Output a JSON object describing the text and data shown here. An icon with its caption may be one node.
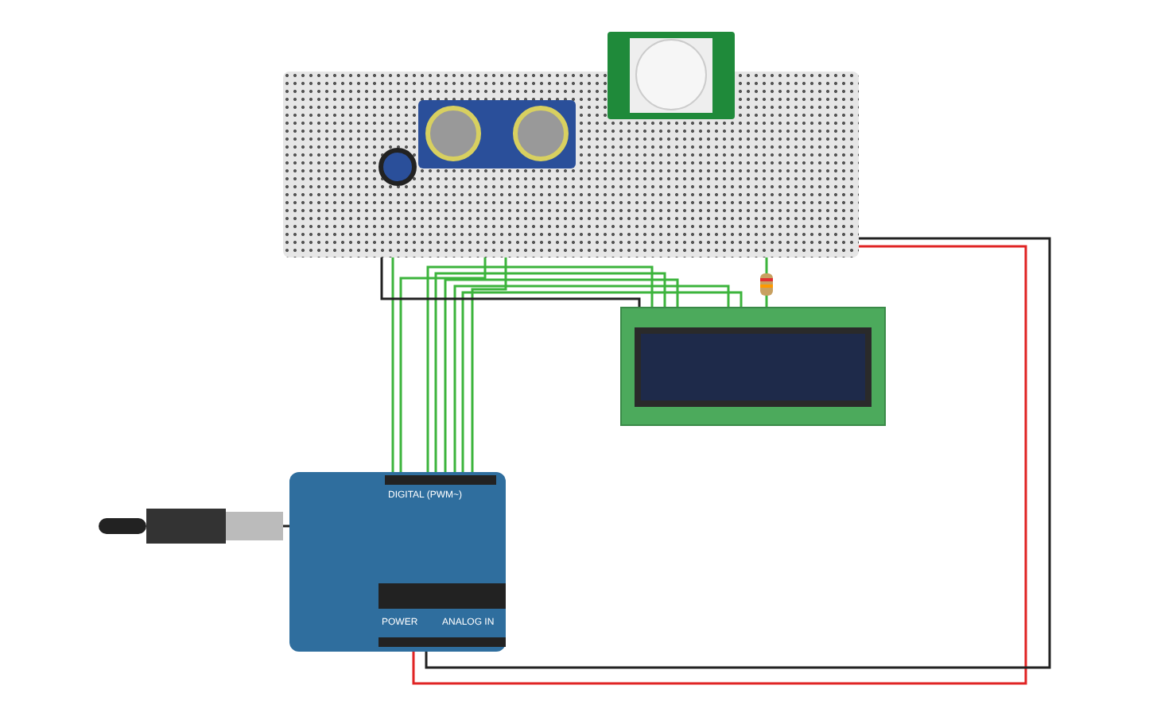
{
  "diagram": {
    "nodes": [
      {
        "text": [],
        "shape": "box"
      },
      {
        "text": [],
        "shape": "circle",
        "in": 0
      },
      {
        "text": [],
        "shape": "box",
        "in": 0
      },
      {
        "text": [],
        "shape": "box"
      },
      {
        "text": [],
        "shape": "box"
      },
      {
        "text": [],
        "shape": "bar"
      },
      {
        "text": [
          "DIGITAL (PWM~)",
          "POWER",
          "ANALOG IN"
        ]
      },
      {
        "text": [],
        "shape": "picture"
      }
    ],
    "edges": [
      {
        "from": 6,
        "to": 0,
        "arrow": "none"
      },
      {
        "from": 6,
        "to": 0,
        "arrow": "none"
      },
      {
        "from": 6,
        "to": 0,
        "arrow": "none"
      },
      {
        "from": 6,
        "to": 4,
        "arrow": "none"
      },
      {
        "from": 6,
        "to": 4,
        "arrow": "none"
      },
      {
        "from": 6,
        "to": 4,
        "arrow": "none"
      },
      {
        "from": 6,
        "to": 4,
        "arrow": "none"
      },
      {
        "from": 6,
        "to": 4,
        "arrow": "none"
      },
      {
        "from": 6,
        "to": 0,
        "arrow": "none",
        "color": "#e02424"
      },
      {
        "from": 6,
        "to": 0,
        "arrow": "none",
        "color": "#222222"
      },
      {
        "from": 0,
        "to": 4,
        "arrow": "none",
        "color": "#222222"
      },
      {
        "from": 0,
        "to": 5,
        "arrow": "none"
      },
      {
        "from": 5,
        "to": 4,
        "arrow": "none"
      },
      {
        "from": 7,
        "to": 6,
        "arrow": "none",
        "color": "#222222"
      }
    ]
  }
}
